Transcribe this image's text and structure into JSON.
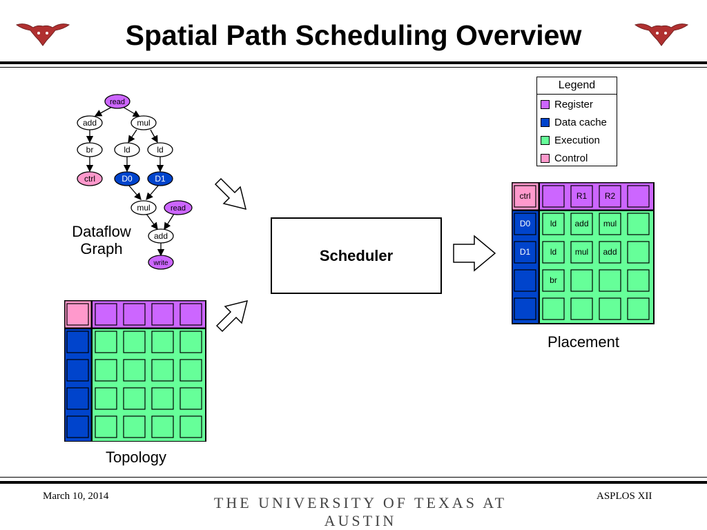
{
  "slide": {
    "title": "Spatial Path Scheduling Overview",
    "footer_left": "March 10, 2014",
    "footer_center": "THE UNIVERSITY OF TEXAS AT AUSTIN",
    "footer_right": "ASPLOS XII",
    "logo": "longhorn-logo"
  },
  "colors": {
    "register": "#cc66ff",
    "data_cache": "#0044cc",
    "execution": "#66ff99",
    "control": "#ff99cc"
  },
  "legend": {
    "title": "Legend",
    "items": [
      {
        "label": "Register",
        "color": "#cc66ff"
      },
      {
        "label": "Data cache",
        "color": "#0044cc"
      },
      {
        "label": "Execution",
        "color": "#66ff99"
      },
      {
        "label": "Control",
        "color": "#ff99cc"
      }
    ]
  },
  "dataflow": {
    "caption_line1": "Dataflow",
    "caption_line2": "Graph",
    "nodes": {
      "read1": "read",
      "add1": "add",
      "mul1": "mul",
      "br": "br",
      "ld1": "ld",
      "ld2": "ld",
      "ctrl": "ctrl",
      "d0": "D0",
      "d1": "D1",
      "mul2": "mul",
      "read2": "read",
      "add2": "add",
      "write": "write"
    }
  },
  "scheduler": {
    "label": "Scheduler"
  },
  "topology": {
    "caption": "Topology"
  },
  "placement": {
    "caption": "Placement",
    "ctrl": "ctrl",
    "r1": "R1",
    "r2": "R2",
    "d0": "D0",
    "d1": "D1",
    "row1": [
      "ld",
      "add",
      "mul",
      ""
    ],
    "row2": [
      "ld",
      "mul",
      "add",
      ""
    ],
    "row3": [
      "br",
      "",
      "",
      ""
    ],
    "row4": [
      "",
      "",
      "",
      ""
    ]
  }
}
